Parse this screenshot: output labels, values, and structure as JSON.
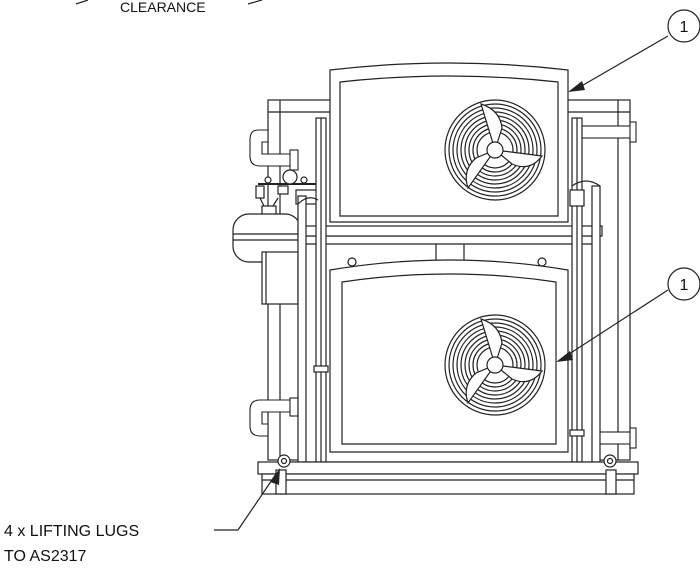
{
  "drawing": {
    "top_note": "CLEARANCE",
    "callouts": [
      {
        "id": "callout-1-upper",
        "number": "1"
      },
      {
        "id": "callout-1-lower",
        "number": "1"
      }
    ],
    "lifting_note": {
      "line1": "4 x LIFTING LUGS",
      "line2": "TO AS2317"
    },
    "colors": {
      "line": "#222222",
      "background": "#ffffff"
    }
  }
}
